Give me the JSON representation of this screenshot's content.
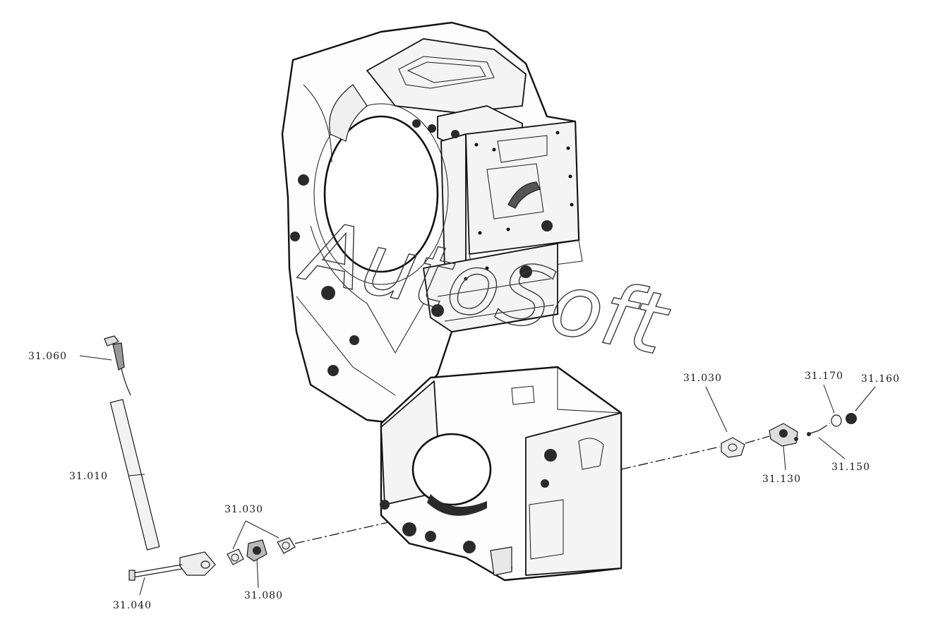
{
  "watermark": "AutoSoft",
  "callouts": {
    "c31060": "31.060",
    "c31010": "31.010",
    "c31040": "31.040",
    "c31030_left": "31.030",
    "c31080": "31.080",
    "c31030_right": "31.030",
    "c31130": "31.130",
    "c31170": "31.170",
    "c31160": "31.160",
    "c31150": "31.150"
  }
}
